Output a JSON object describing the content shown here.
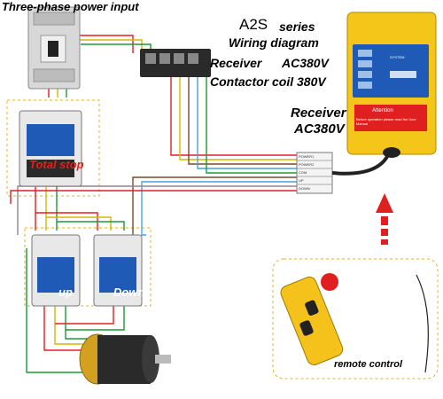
{
  "title": "Three-phase power input",
  "model": "A2S",
  "series": "series",
  "wiring_diagram": "Wiring diagram",
  "receiver_label": "Receiver",
  "receiver_voltage": "AC380V",
  "contactor_coil": "Contactor coil  380V",
  "receiver_label_2": "Receiver",
  "receiver_voltage_2": "AC380V",
  "total_stop": "Total stop",
  "up": "up",
  "down": "Down",
  "remote_control": "remote control",
  "receiver_panel": {
    "system_label": "SYSTEM",
    "attention_title": "Attention",
    "attention_text": "Before operation please read the User Manual"
  },
  "terminal_labels": [
    "POWER1",
    "POWER2",
    "COM",
    "UP",
    "DOWN"
  ],
  "colors": {
    "receiver_body": "#f3c619",
    "pendant_body": "#f5c21b",
    "contactor_blue": "#1e5ab6",
    "breaker_gray": "#d8d8d8",
    "emergency_red": "#e02020",
    "arrow_red": "#e02020"
  }
}
